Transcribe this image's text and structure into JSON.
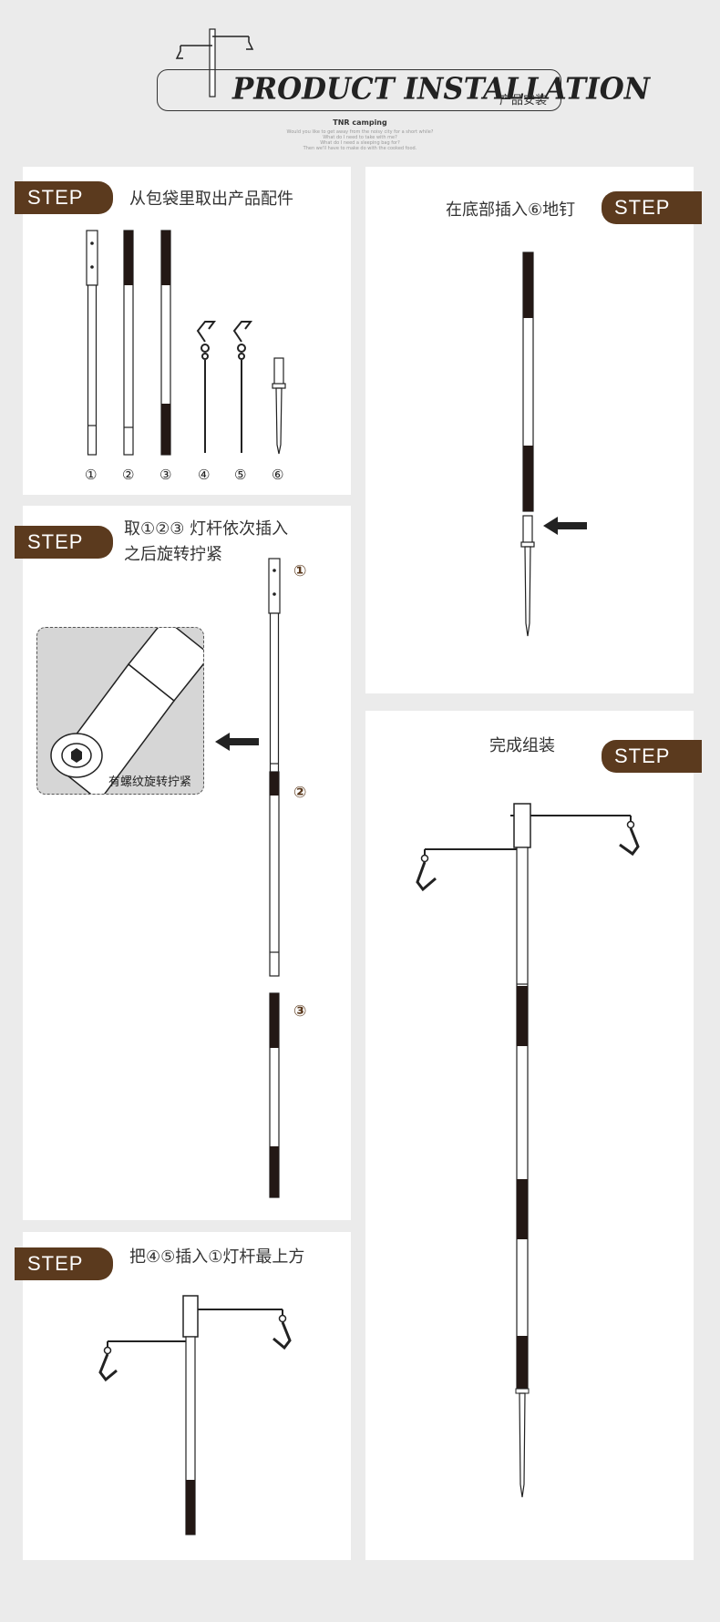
{
  "header": {
    "title_en": "PRODUCT INSTALLATION",
    "title_cn": "产品安装",
    "brand": "TNR camping",
    "subtitle_lines": [
      "Would you like to get away from the noisy city for a short while?",
      "What do I need to take with me?",
      "What do I need a sleeping bag for?",
      "Then we'll have to make do with the cooked food."
    ]
  },
  "steps": [
    {
      "badge": "STEP  1",
      "text": "从包袋里取出产品配件",
      "part_numbers": [
        "①",
        "②",
        "③",
        "④",
        "⑤",
        "⑥"
      ]
    },
    {
      "badge": "STEP  2",
      "text_line1": "取①②③ 灯杆依次插入",
      "text_line2": "之后旋转拧紧",
      "detail_label": "有螺纹旋转拧紧",
      "markers": [
        "①",
        "②",
        "③"
      ]
    },
    {
      "badge": "STEP  3",
      "text": "把④⑤插入①灯杆最上方"
    },
    {
      "badge": "STEP  4",
      "text": "在底部插入⑥地钉"
    },
    {
      "badge": "STEP  5",
      "text": "完成组装"
    }
  ],
  "colors": {
    "brand_brown": "#5b3a1e",
    "page_bg": "#ebebeb",
    "panel_bg": "#ffffff",
    "pole_dark": "#231815"
  }
}
